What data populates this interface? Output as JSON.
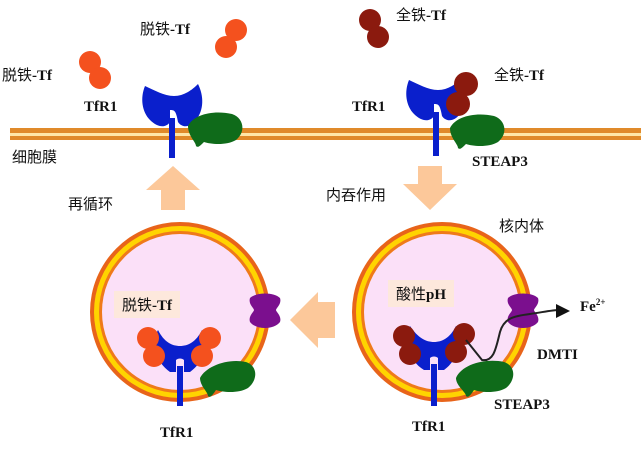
{
  "title": "转铁蛋白受体介导的铁摄取循环",
  "labels": {
    "apo_tf_top": {
      "cn": "脱铁",
      "en": "-Tf"
    },
    "apo_tf_left": {
      "cn": "脱铁",
      "en": "-Tf"
    },
    "holo_tf_top": {
      "cn": "全铁",
      "en": "-Tf"
    },
    "holo_tf_bound": {
      "cn": "全铁",
      "en": "-Tf"
    },
    "tfr1_left_membrane": "TfR1",
    "tfr1_right_membrane": "TfR1",
    "steap3_membrane": "STEAP3",
    "cell_membrane": "细胞膜",
    "recycle": "再循环",
    "endocytosis": "内吞作用",
    "endosome": "核内体",
    "acidic_ph": {
      "cn": "酸性",
      "en": "pH"
    },
    "apo_tf_vesicle": {
      "cn": "脱铁",
      "en": "-Tf"
    },
    "fe2": {
      "base": "Fe",
      "sup": "2+"
    },
    "dmt1": "DMTI",
    "steap3_endosome": "STEAP3",
    "tfr1_endosome": "TfR1",
    "tfr1_vesicle": "TfR1"
  },
  "colors": {
    "apo_tf": "#f4511e",
    "holo_tf": "#8b1a0e",
    "tfr1": "#0a1fcc",
    "steap3": "#0f6b1a",
    "dmt1": "#7b0f8e",
    "membrane": "#e08a2a",
    "vesicle_fill": "#fbe0f8",
    "arrow": "#fcc89a"
  }
}
